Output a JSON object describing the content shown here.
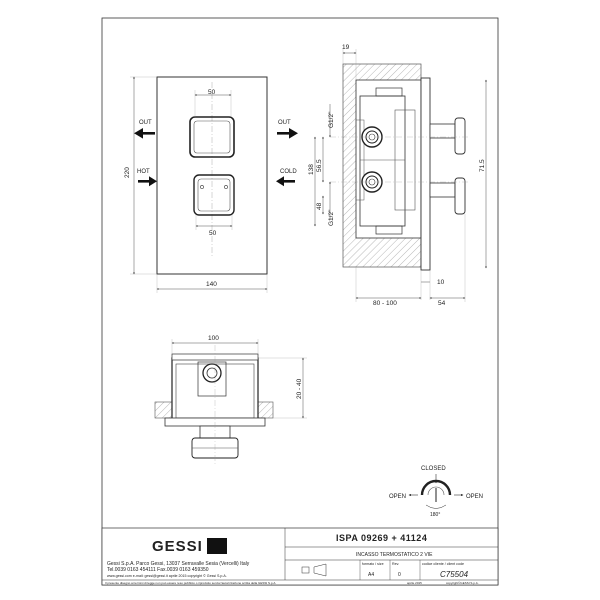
{
  "front_view": {
    "out_left": "OUT",
    "out_right": "OUT",
    "hot": "HOT",
    "cold": "COLD",
    "dim_height": "220",
    "dim_width": "140",
    "dim_top_handle": "50",
    "dim_bottom_handle": "50"
  },
  "side_view": {
    "dim_top": "19",
    "dim_g_upper": "G1/2\"",
    "dim_g_lower": "G1/2\"",
    "dim_138": "138",
    "dim_565": "56.5",
    "dim_48": "48",
    "dim_715": "71.5",
    "dim_10": "10",
    "dim_depth": "80 - 100",
    "dim_54": "54"
  },
  "top_view": {
    "dim_100": "100",
    "dim_wall": "20 - 40"
  },
  "rotation": {
    "closed": "CLOSED",
    "open_left": "OPEN",
    "open_right": "OPEN",
    "angle": "180°"
  },
  "title_block": {
    "logo": "GESSI",
    "company_line": "Gessi S.p.A. Parco Gessi, 13037 Serravalle Sesia (Vercelli) Italy",
    "contact_line": "Tel.0039  0163  454111  Fax.0039  0163  459350",
    "web_line": "www.gessi.com  e-mail: gessi@gessi.it     aprile  2015     copyright © Gessi  S.p.A.",
    "product_code": "ISPA  09269 + 41124",
    "product_desc": "INCASSO TERMOSTATICO 2 VIE",
    "format_label": "formato / size",
    "format_value": "A4",
    "rev_label": "Rev.",
    "rev_value": "0",
    "client_code_label": "codice cliente / client code",
    "client_code_value": "C75504",
    "footer_left": "Il presente disegno ai termini di legge non può essere reso pubblico o riprodotto senza l'autorizzazione scritta della GESSI S.p.A.",
    "footer_date": "aprile  2015",
    "footer_copy": "copyright©GESSI  S.p.A."
  }
}
